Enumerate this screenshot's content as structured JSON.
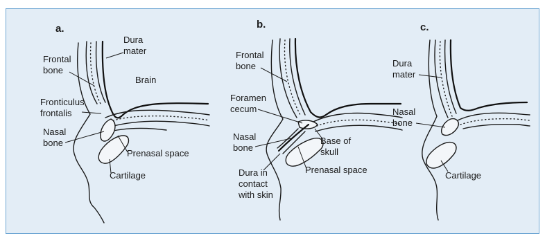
{
  "panels": [
    {
      "letter": "a.",
      "labels": {
        "dura_mater": [
          "Dura",
          "mater"
        ],
        "frontal_bone": [
          "Frontal",
          "bone"
        ],
        "brain": "Brain",
        "fronticulus_frontalis": [
          "Fronticulus",
          "frontalis"
        ],
        "nasal_bone": [
          "Nasal",
          "bone"
        ],
        "prenasal_space": "Prenasal space",
        "cartilage": "Cartilage"
      }
    },
    {
      "letter": "b.",
      "labels": {
        "frontal_bone": [
          "Frontal",
          "bone"
        ],
        "foramen_cecum": [
          "Foramen",
          "cecum"
        ],
        "nasal_bone": [
          "Nasal",
          "bone"
        ],
        "base_of_skull": [
          "Base of",
          "skull"
        ],
        "prenasal_space": "Prenasal space",
        "dura_contact": [
          "Dura in",
          "contact",
          "with skin"
        ]
      }
    },
    {
      "letter": "c.",
      "labels": {
        "dura_mater": [
          "Dura",
          "mater"
        ],
        "nasal_bone": [
          "Nasal",
          "bone"
        ],
        "cartilage": "Cartilage"
      }
    }
  ],
  "colors": {
    "frame_border": "#6fa7d4",
    "frame_fill": "#e3edf6",
    "ink": "#1a1a1a"
  }
}
